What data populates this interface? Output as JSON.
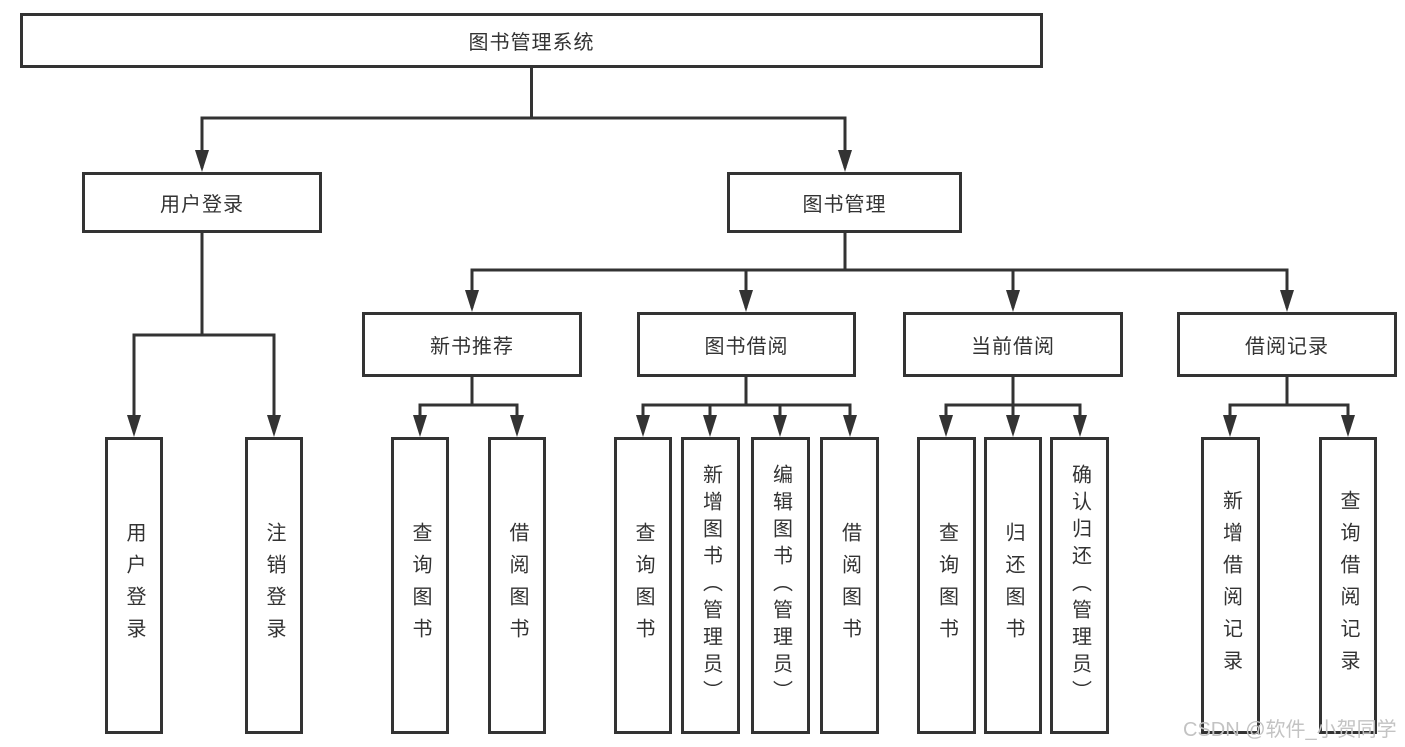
{
  "diagram": {
    "title": "图书管理系统",
    "watermark": "CSDN @软件_小贺同学",
    "colors": {
      "line": "#333333",
      "box_background": "#ffffff",
      "watermark": "#c3c3c3"
    },
    "nodes": {
      "root": {
        "label": "图书管理系统"
      },
      "user_login": {
        "label": "用户登录"
      },
      "book_mgmt": {
        "label": "图书管理"
      },
      "new_book": {
        "label": "新书推荐"
      },
      "book_borrow": {
        "label": "图书借阅"
      },
      "current": {
        "label": "当前借阅"
      },
      "record": {
        "label": "借阅记录"
      },
      "leaf_login": {
        "label": "用户登录"
      },
      "leaf_logout": {
        "label": "注销登录"
      },
      "leaf_nb_query": {
        "label": "查询图书"
      },
      "leaf_nb_borrow": {
        "label": "借阅图书"
      },
      "leaf_bb_query": {
        "label": "查询图书"
      },
      "leaf_bb_add": {
        "label": "新增图书（管理员）"
      },
      "leaf_bb_edit": {
        "label": "编辑图书（管理员）"
      },
      "leaf_bb_borrow": {
        "label": "借阅图书"
      },
      "leaf_cb_query": {
        "label": "查询图书"
      },
      "leaf_cb_return": {
        "label": "归还图书"
      },
      "leaf_cb_confirm": {
        "label": "确认归还（管理员）"
      },
      "leaf_br_add": {
        "label": "新增借阅记录"
      },
      "leaf_br_query": {
        "label": "查询借阅记录"
      }
    },
    "hierarchy": {
      "图书管理系统": [
        "用户登录",
        "图书管理"
      ],
      "用户登录": [
        "用户登录",
        "注销登录"
      ],
      "图书管理": [
        "新书推荐",
        "图书借阅",
        "当前借阅",
        "借阅记录"
      ],
      "新书推荐": [
        "查询图书",
        "借阅图书"
      ],
      "图书借阅": [
        "查询图书",
        "新增图书（管理员）",
        "编辑图书（管理员）",
        "借阅图书"
      ],
      "当前借阅": [
        "查询图书",
        "归还图书",
        "确认归还（管理员）"
      ],
      "借阅记录": [
        "新增借阅记录",
        "查询借阅记录"
      ]
    }
  }
}
